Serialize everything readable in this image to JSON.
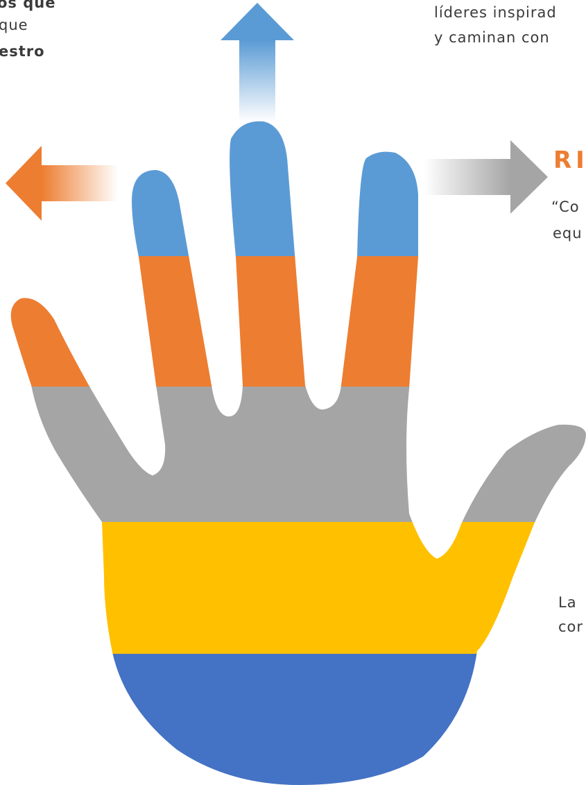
{
  "texts": {
    "tl_line1": "os que",
    "tl_line2": "que",
    "tl_line3": "estro",
    "tr_line1": "líderes inspirad",
    "tr_line2": "y caminan con",
    "right_heading": "RI",
    "right_quote_line1": "“Co",
    "right_quote_line2": "equ",
    "br_line1": "La",
    "br_line2": "cor"
  },
  "colors": {
    "blue_light": "#5B9BD5",
    "orange": "#ED7D31",
    "gray": "#A5A5A5",
    "yellow": "#FFC000",
    "blue_dark": "#4472C4",
    "text": "#3a3a3a"
  },
  "icons": {
    "up_arrow": "arrow-up-icon",
    "left_arrow": "arrow-left-icon",
    "right_arrow": "arrow-right-icon"
  }
}
